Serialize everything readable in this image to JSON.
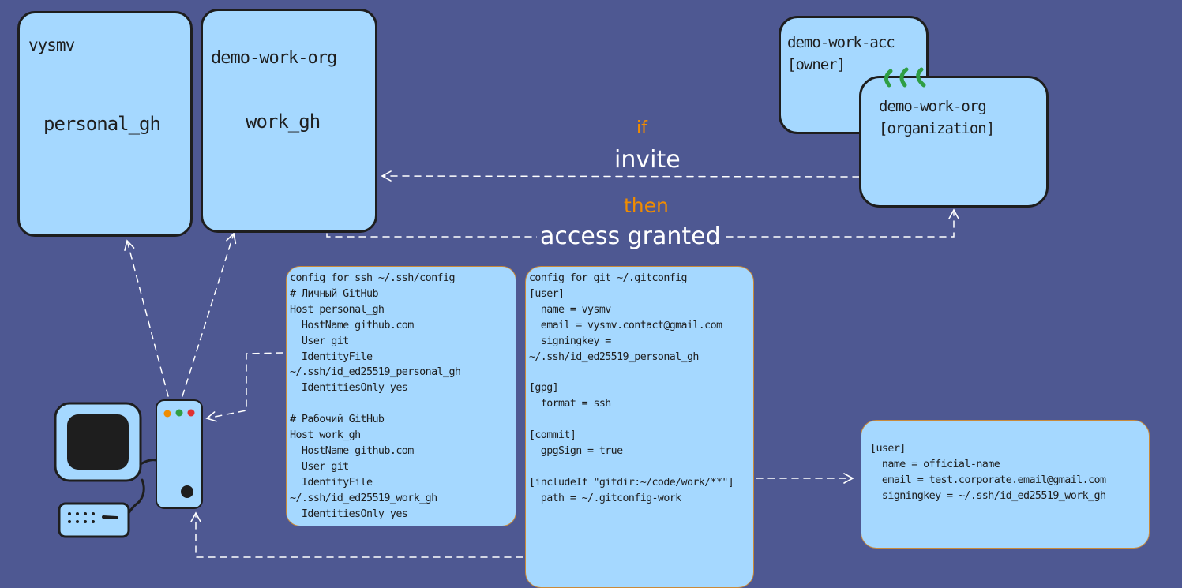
{
  "accounts": {
    "personal": {
      "name": "vysmv",
      "alias": "personal_gh"
    },
    "work": {
      "name": "demo-work-org",
      "alias": "work_gh"
    }
  },
  "github": {
    "owner_line1": "demo-work-acc",
    "owner_line2": "[owner]",
    "org_line1": "demo-work-org",
    "org_line2": "[organization]"
  },
  "flow": {
    "if_label": "if",
    "invite_label": "invite",
    "then_label": "then",
    "access_label": "access granted"
  },
  "ssh_config": {
    "text": "config for ssh ~/.ssh/config\n# Личный GitHub\nHost personal_gh\n  HostName github.com\n  User git\n  IdentityFile\n~/.ssh/id_ed25519_personal_gh\n  IdentitiesOnly yes\n\n# Рабочий GitHub\nHost work_gh\n  HostName github.com\n  User git\n  IdentityFile\n~/.ssh/id_ed25519_work_gh\n  IdentitiesOnly yes"
  },
  "git_config": {
    "text": "config for git ~/.gitconfig\n[user]\n  name = vysmv\n  email = vysmv.contact@gmail.com\n  signingkey =\n~/.ssh/id_ed25519_personal_gh\n\n[gpg]\n  format = ssh\n\n[commit]\n  gpgSign = true\n\n[includeIf \"gitdir:~/code/work/**\"]\n  path = ~/.gitconfig-work"
  },
  "work_config": {
    "text": "[user]\n  name = official-name\n  email = test.corporate.email@gmail.com\n  signingkey = ~/.ssh/id_ed25519_work_gh"
  },
  "colors": {
    "background": "#4e5892",
    "card_fill": "#a5d8ff",
    "stroke": "#1e1e1e",
    "accent_orange": "#f08c00",
    "accent_green": "#2f9e44",
    "arrow": "#ffffff"
  }
}
